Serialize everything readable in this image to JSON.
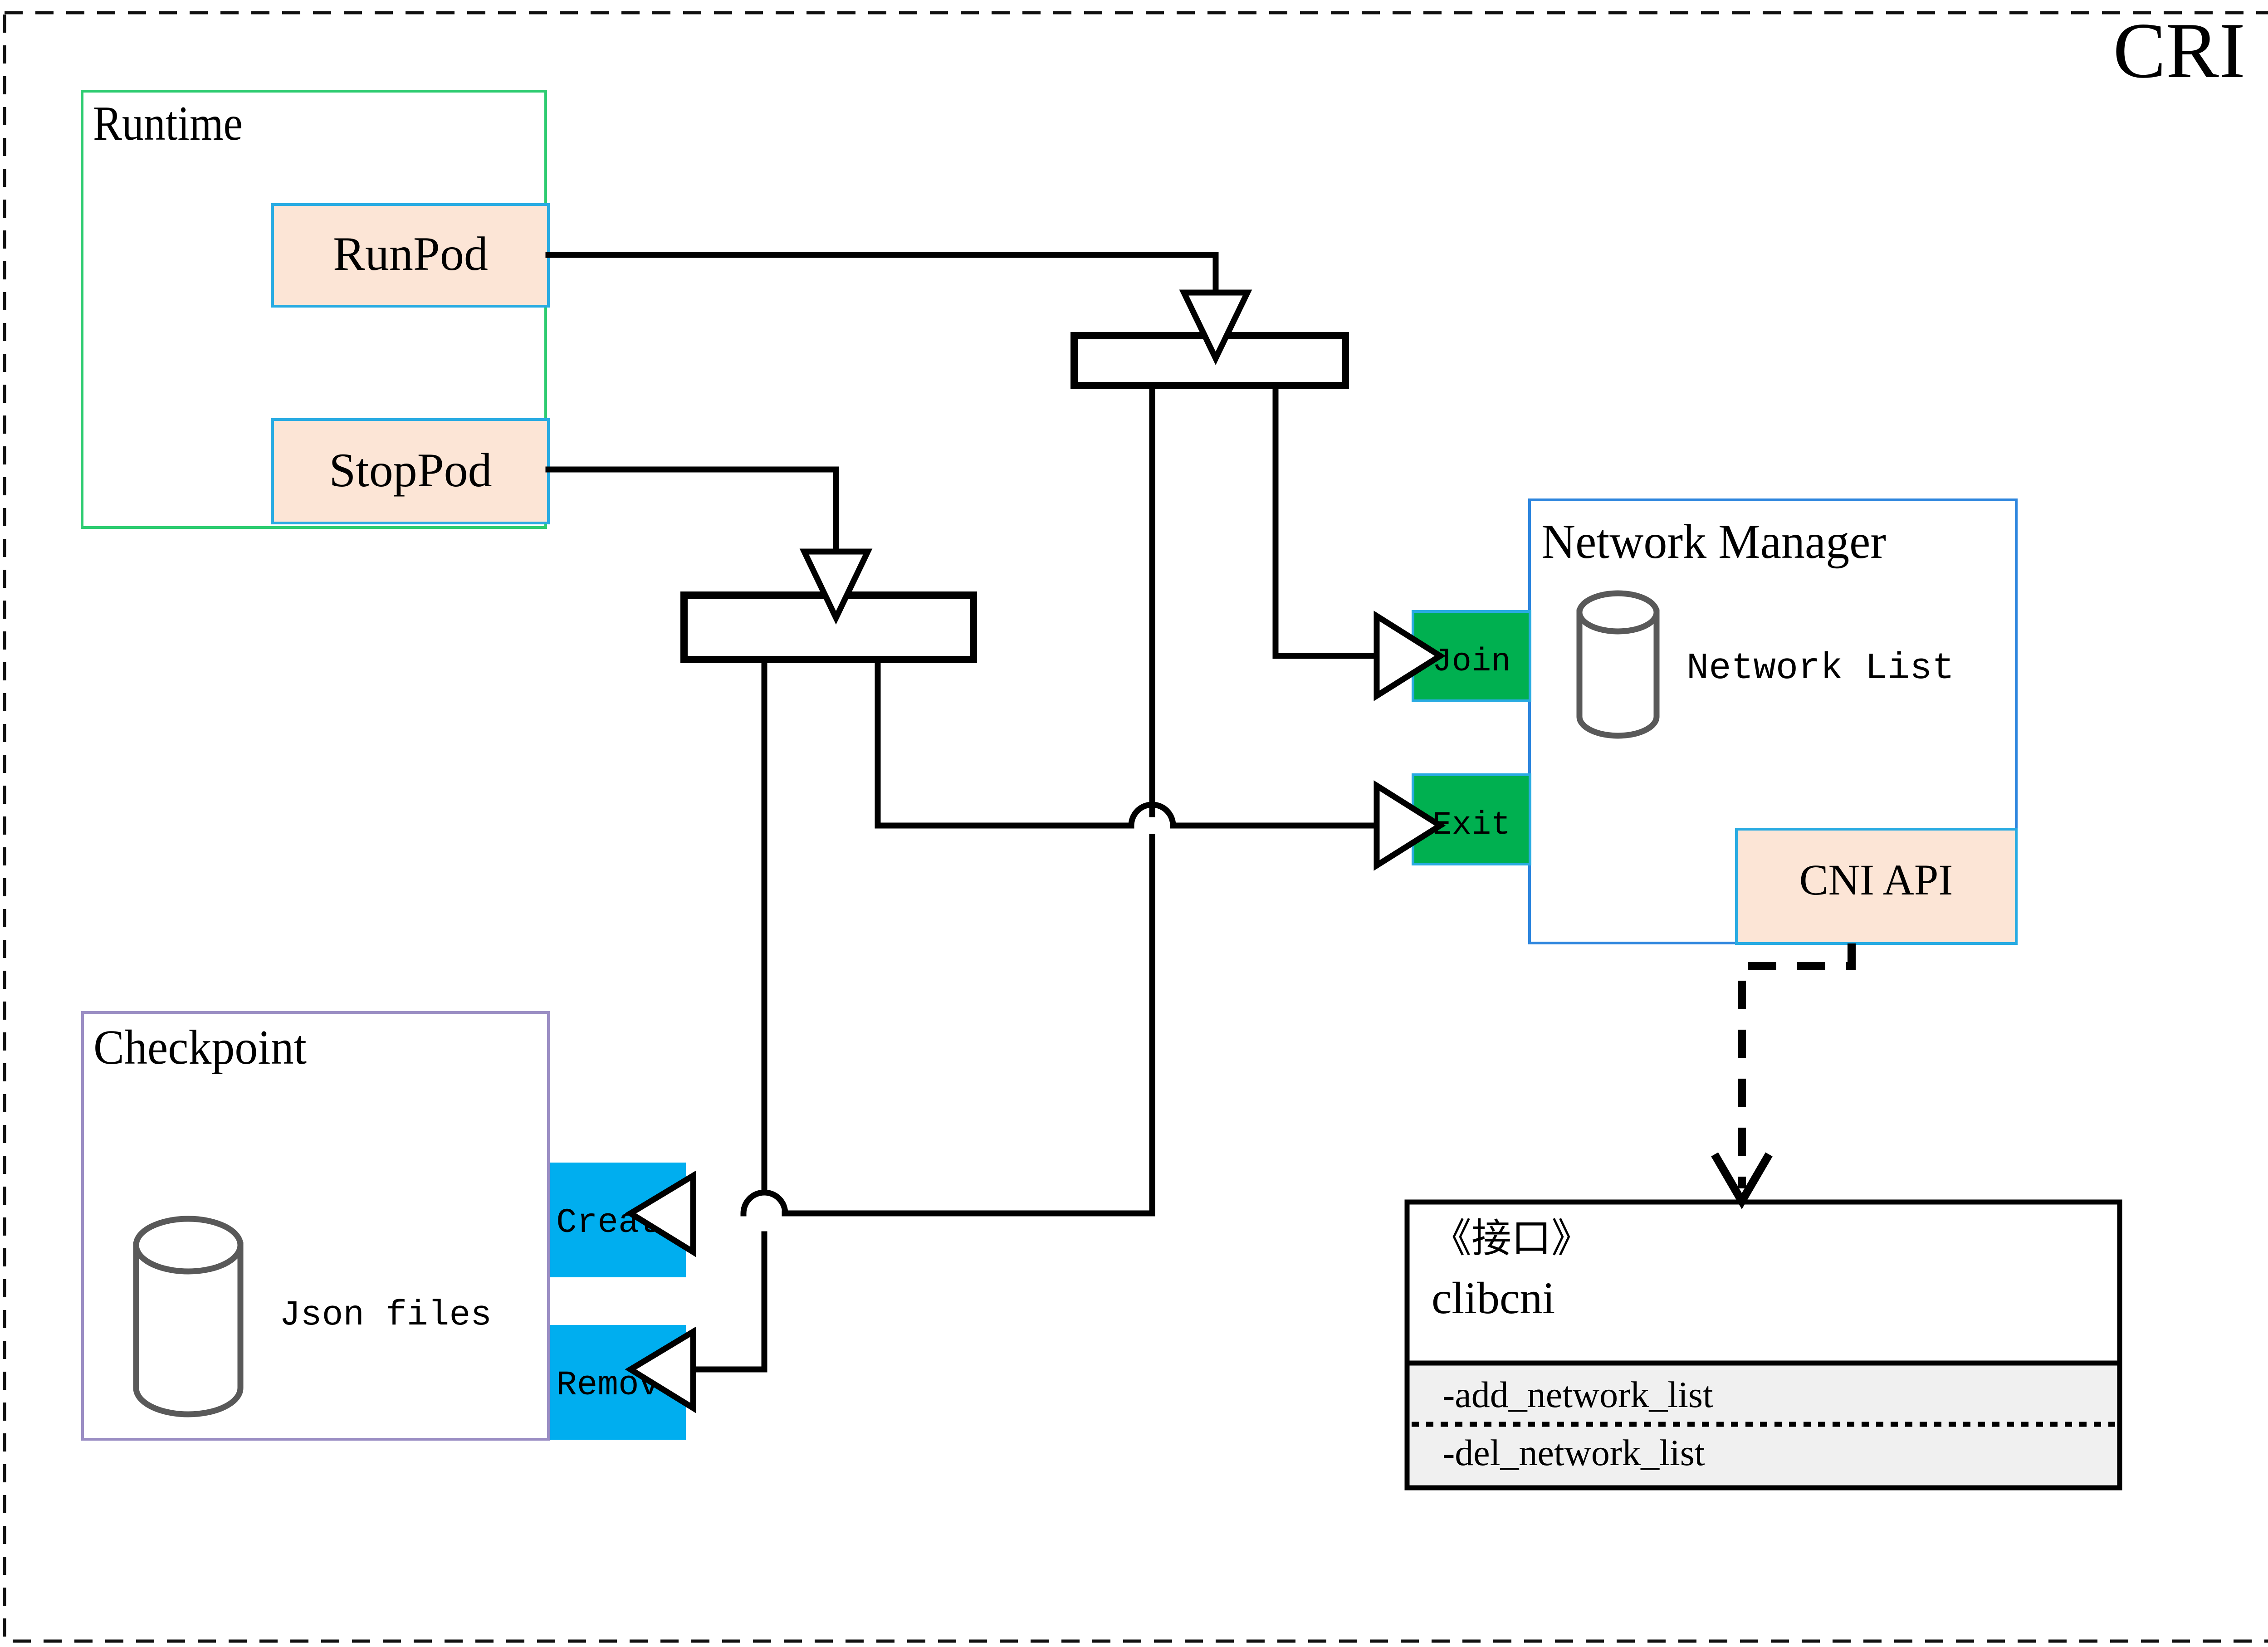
{
  "diagram": {
    "title": "CRI",
    "title_color": "#856404",
    "outer_border_style": "dashed",
    "colors": {
      "runtime_border": "#2ecc71",
      "checkpoint_border": "#9b8ec4",
      "network_manager_border": "#2e86de",
      "pod_fill": "#fce5d6",
      "pod_border": "#29ABE2",
      "green_op": "#00B050",
      "blue_op": "#00AEEF",
      "cylinder_stroke": "#595959",
      "interface_header_fill": "#ffffff",
      "interface_body_fill": "#f0f0f0",
      "line": "#000000"
    },
    "groups": [
      {
        "name": "runtime",
        "label": "Runtime"
      },
      {
        "name": "checkpoint",
        "label": "Checkpoint"
      },
      {
        "name": "network-manager",
        "label": "Network Manager"
      }
    ],
    "pod_ops": [
      {
        "name": "runpod",
        "label": "RunPod"
      },
      {
        "name": "stoppod",
        "label": "StopPod"
      }
    ],
    "network_ops": [
      {
        "name": "join",
        "label": "Join"
      },
      {
        "name": "exit",
        "label": "Exit"
      }
    ],
    "checkpoint_ops": [
      {
        "name": "create",
        "label": "Create"
      },
      {
        "name": "remove",
        "label": "Remove"
      }
    ],
    "datastores": [
      {
        "name": "network-list",
        "label": "Network List"
      },
      {
        "name": "json-files",
        "label": "Json files"
      }
    ],
    "cni_api": {
      "label": "CNI API"
    },
    "interface": {
      "stereotype": "《接口》",
      "name": "clibcni",
      "methods": [
        "-add_network_list",
        "-del_network_list"
      ]
    },
    "junctions": [
      {
        "name": "pod-create-junction"
      },
      {
        "name": "pod-remove-junction"
      }
    ]
  }
}
